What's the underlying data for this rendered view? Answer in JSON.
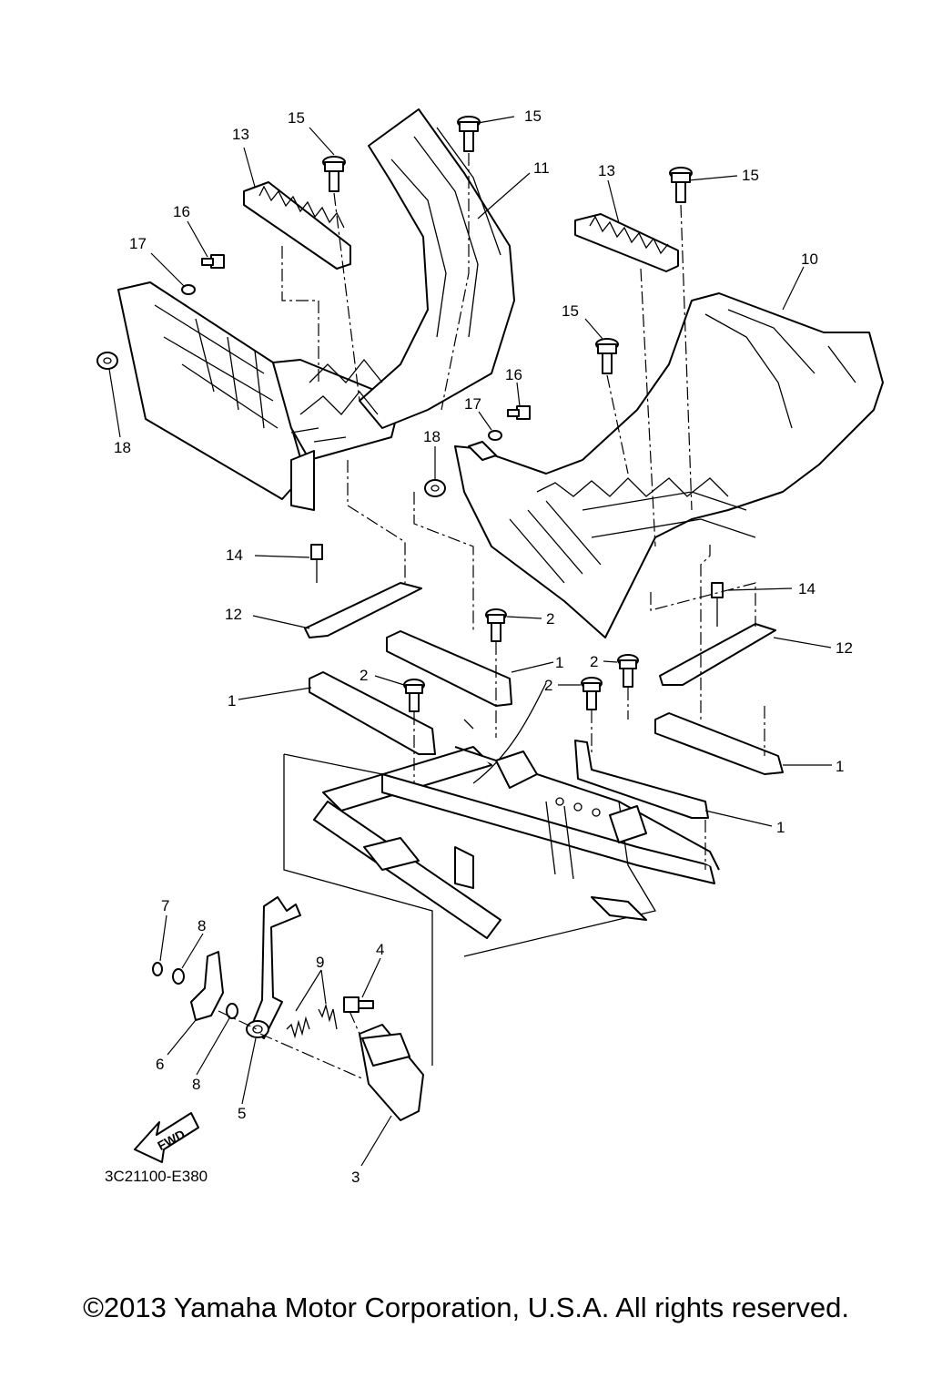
{
  "diagram": {
    "code": "3C21100-E380",
    "fwd_label": "FWD",
    "callouts": {
      "n1a": "1",
      "n1b": "1",
      "n1c": "1",
      "n1d": "1",
      "n2a": "2",
      "n2b": "2",
      "n2c": "2",
      "n2d": "2",
      "n3": "3",
      "n4": "4",
      "n5": "5",
      "n6": "6",
      "n7": "7",
      "n8a": "8",
      "n8b": "8",
      "n9": "9",
      "n10": "10",
      "n11": "11",
      "n12a": "12",
      "n12b": "12",
      "n13a": "13",
      "n13b": "13",
      "n14a": "14",
      "n14b": "14",
      "n15a": "15",
      "n15b": "15",
      "n15c": "15",
      "n15d": "15",
      "n16a": "16",
      "n16b": "16",
      "n17a": "17",
      "n17b": "17",
      "n18a": "18",
      "n18b": "18"
    }
  },
  "footer": {
    "copyright": "©2013 Yamaha Motor Corporation, U.S.A. All rights reserved."
  }
}
